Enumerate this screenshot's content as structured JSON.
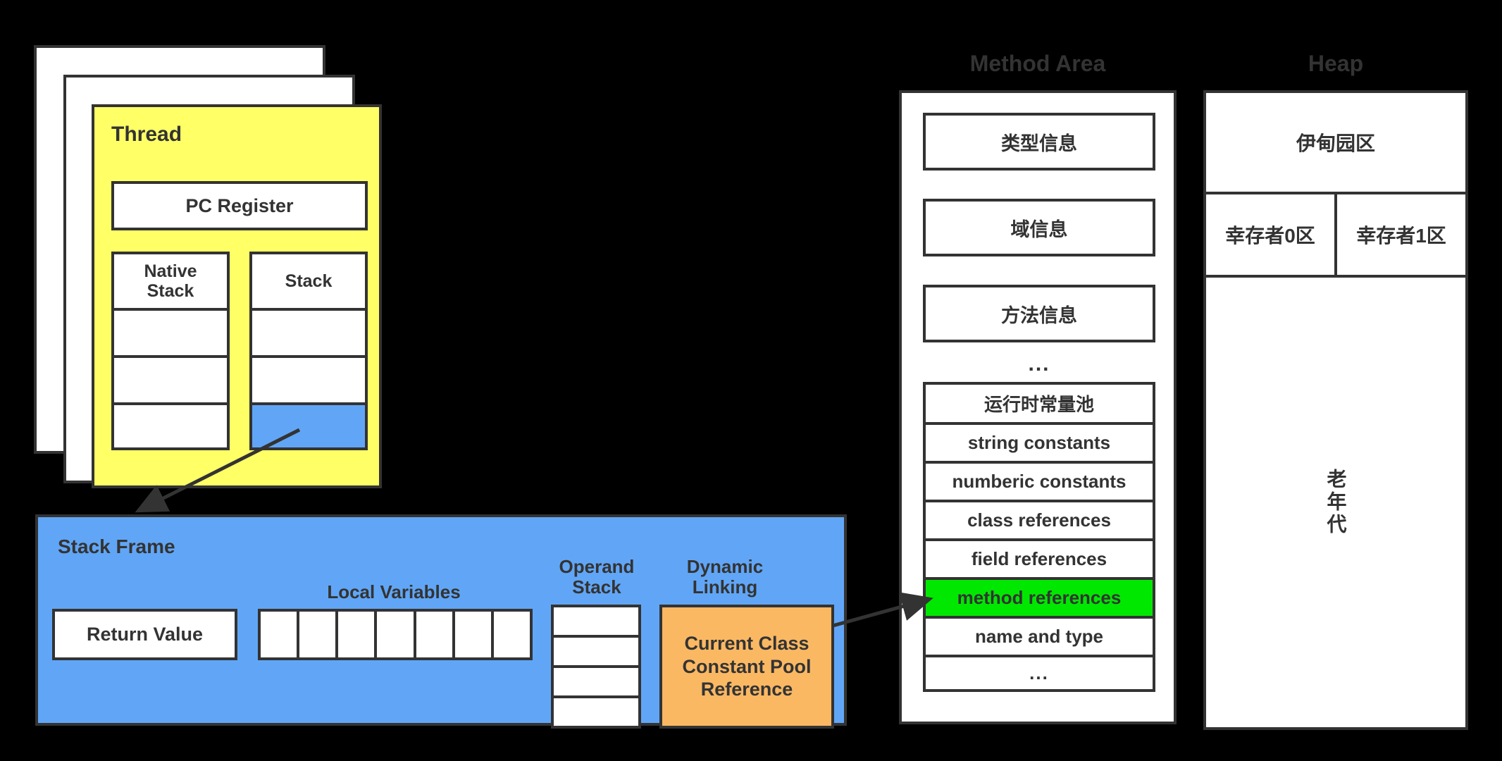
{
  "thread": {
    "title": "Thread",
    "pc_register": "PC Register",
    "native_stack": {
      "label": "Native\nStack",
      "cells": [
        "Native Stack",
        "",
        "",
        ""
      ]
    },
    "stack": {
      "label": "Stack",
      "cells": [
        "Stack",
        "",
        "",
        ""
      ],
      "highlighted_index": 3
    },
    "card_count": 3
  },
  "stack_frame": {
    "title": "Stack Frame",
    "return_value": "Return Value",
    "local_variables_label": "Local Variables",
    "local_variable_slots": 7,
    "operand_stack_label": "Operand\nStack",
    "operand_stack_label_line1": "Operand",
    "operand_stack_label_line2": "Stack",
    "operand_stack_cells": 4,
    "dynamic_linking_label": "Dynamic\nLinking",
    "dynamic_linking_label_line1": "Dynamic",
    "dynamic_linking_label_line2": "Linking",
    "dynamic_linking_box": "Current Class Constant Pool Reference",
    "dynamic_linking_box_line1": "Current Class",
    "dynamic_linking_box_line2": "Constant Pool",
    "dynamic_linking_box_line3": "Reference"
  },
  "method_area": {
    "header": "Method Area",
    "items": [
      {
        "label": "类型信息"
      },
      {
        "label": "域信息"
      },
      {
        "label": "方法信息"
      }
    ],
    "ellipsis": "...",
    "constant_pool": {
      "title": "运行时常量池",
      "entries": [
        {
          "label": "string constants",
          "highlight": false
        },
        {
          "label": "numberic constants",
          "highlight": false
        },
        {
          "label": "class references",
          "highlight": false
        },
        {
          "label": "field references",
          "highlight": false
        },
        {
          "label": "method references",
          "highlight": true
        },
        {
          "label": "name and type",
          "highlight": false
        },
        {
          "label": "...",
          "highlight": false
        }
      ]
    }
  },
  "heap": {
    "header": "Heap",
    "eden": "伊甸园区",
    "survivor0": "幸存者0区",
    "survivor1": "幸存者1区",
    "old_generation": "老年代"
  },
  "colors": {
    "background": "#000000",
    "stroke": "#333333",
    "thread_yellow": "#FFFF66",
    "frame_blue": "#61A6F6",
    "dynamic_orange": "#FBB863",
    "highlight_green": "#00E800",
    "box_white": "#FFFFFF"
  },
  "arrows": [
    {
      "name": "stack-cell-to-stack-frame",
      "from": "thread.stack.cell4",
      "to": "stack_frame"
    },
    {
      "name": "constant-pool-reference-to-method-references",
      "from": "stack_frame.dynamic_linking_box",
      "to": "method_area.constant_pool.method_references"
    }
  ]
}
